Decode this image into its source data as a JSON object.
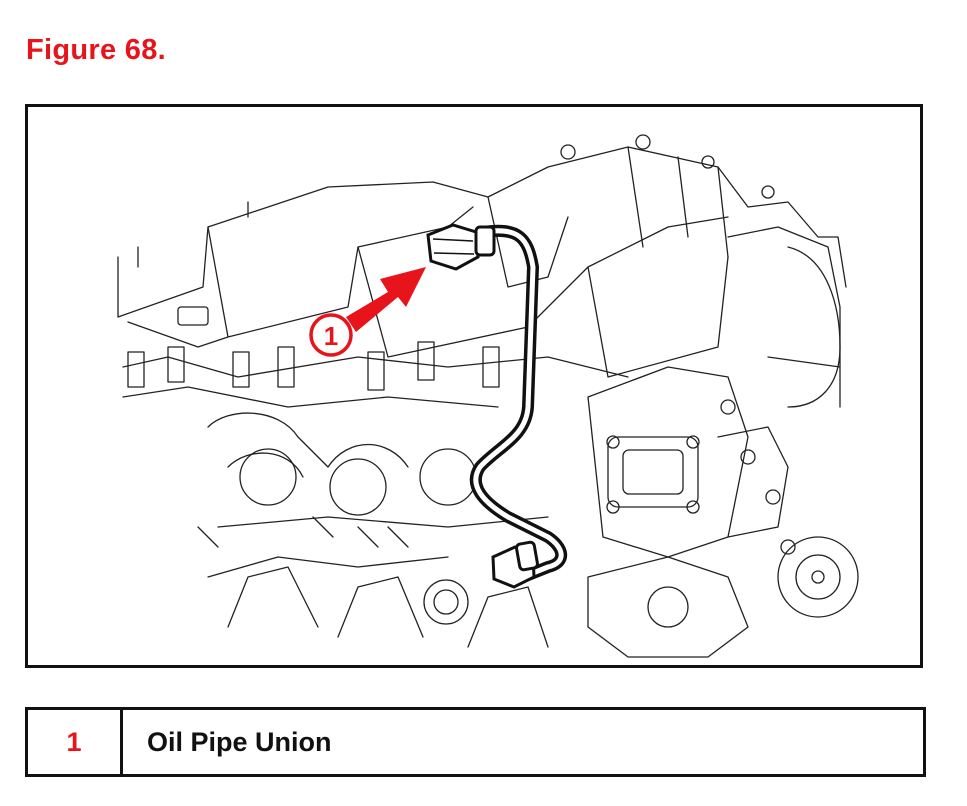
{
  "figure": {
    "title": "Figure 68.",
    "callout_number": "1"
  },
  "legend": {
    "rows": [
      {
        "number": "1",
        "label": "Oil Pipe Union"
      }
    ]
  },
  "colors": {
    "accent_red": "#e8141b",
    "line_black": "#111111"
  }
}
